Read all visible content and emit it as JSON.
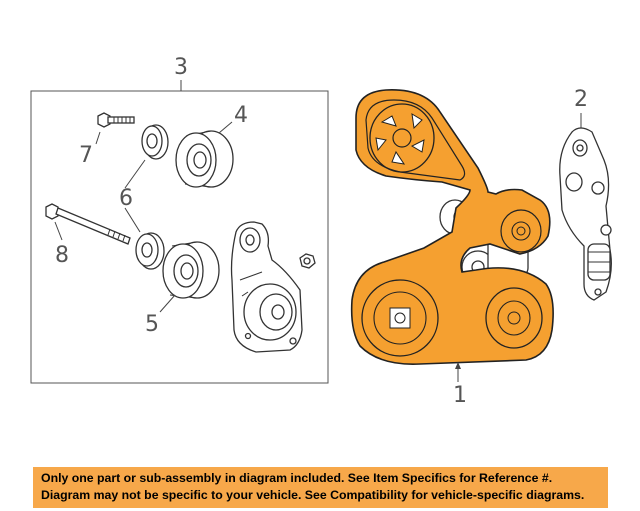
{
  "callouts": {
    "c1": "1",
    "c2": "2",
    "c3": "3",
    "c4": "4",
    "c5": "5",
    "c6": "6",
    "c7": "7",
    "c8": "8"
  },
  "colors": {
    "belt_fill": "#f5a030",
    "belt_stroke": "#222222",
    "footer_bg": "#f7a84a"
  },
  "notice": {
    "line1": "Only one part or sub-assembly in diagram included. See Item Specifics for Reference #.",
    "line2": "Diagram may not be specific to your vehicle. See Compatibility for vehicle-specific diagrams."
  }
}
